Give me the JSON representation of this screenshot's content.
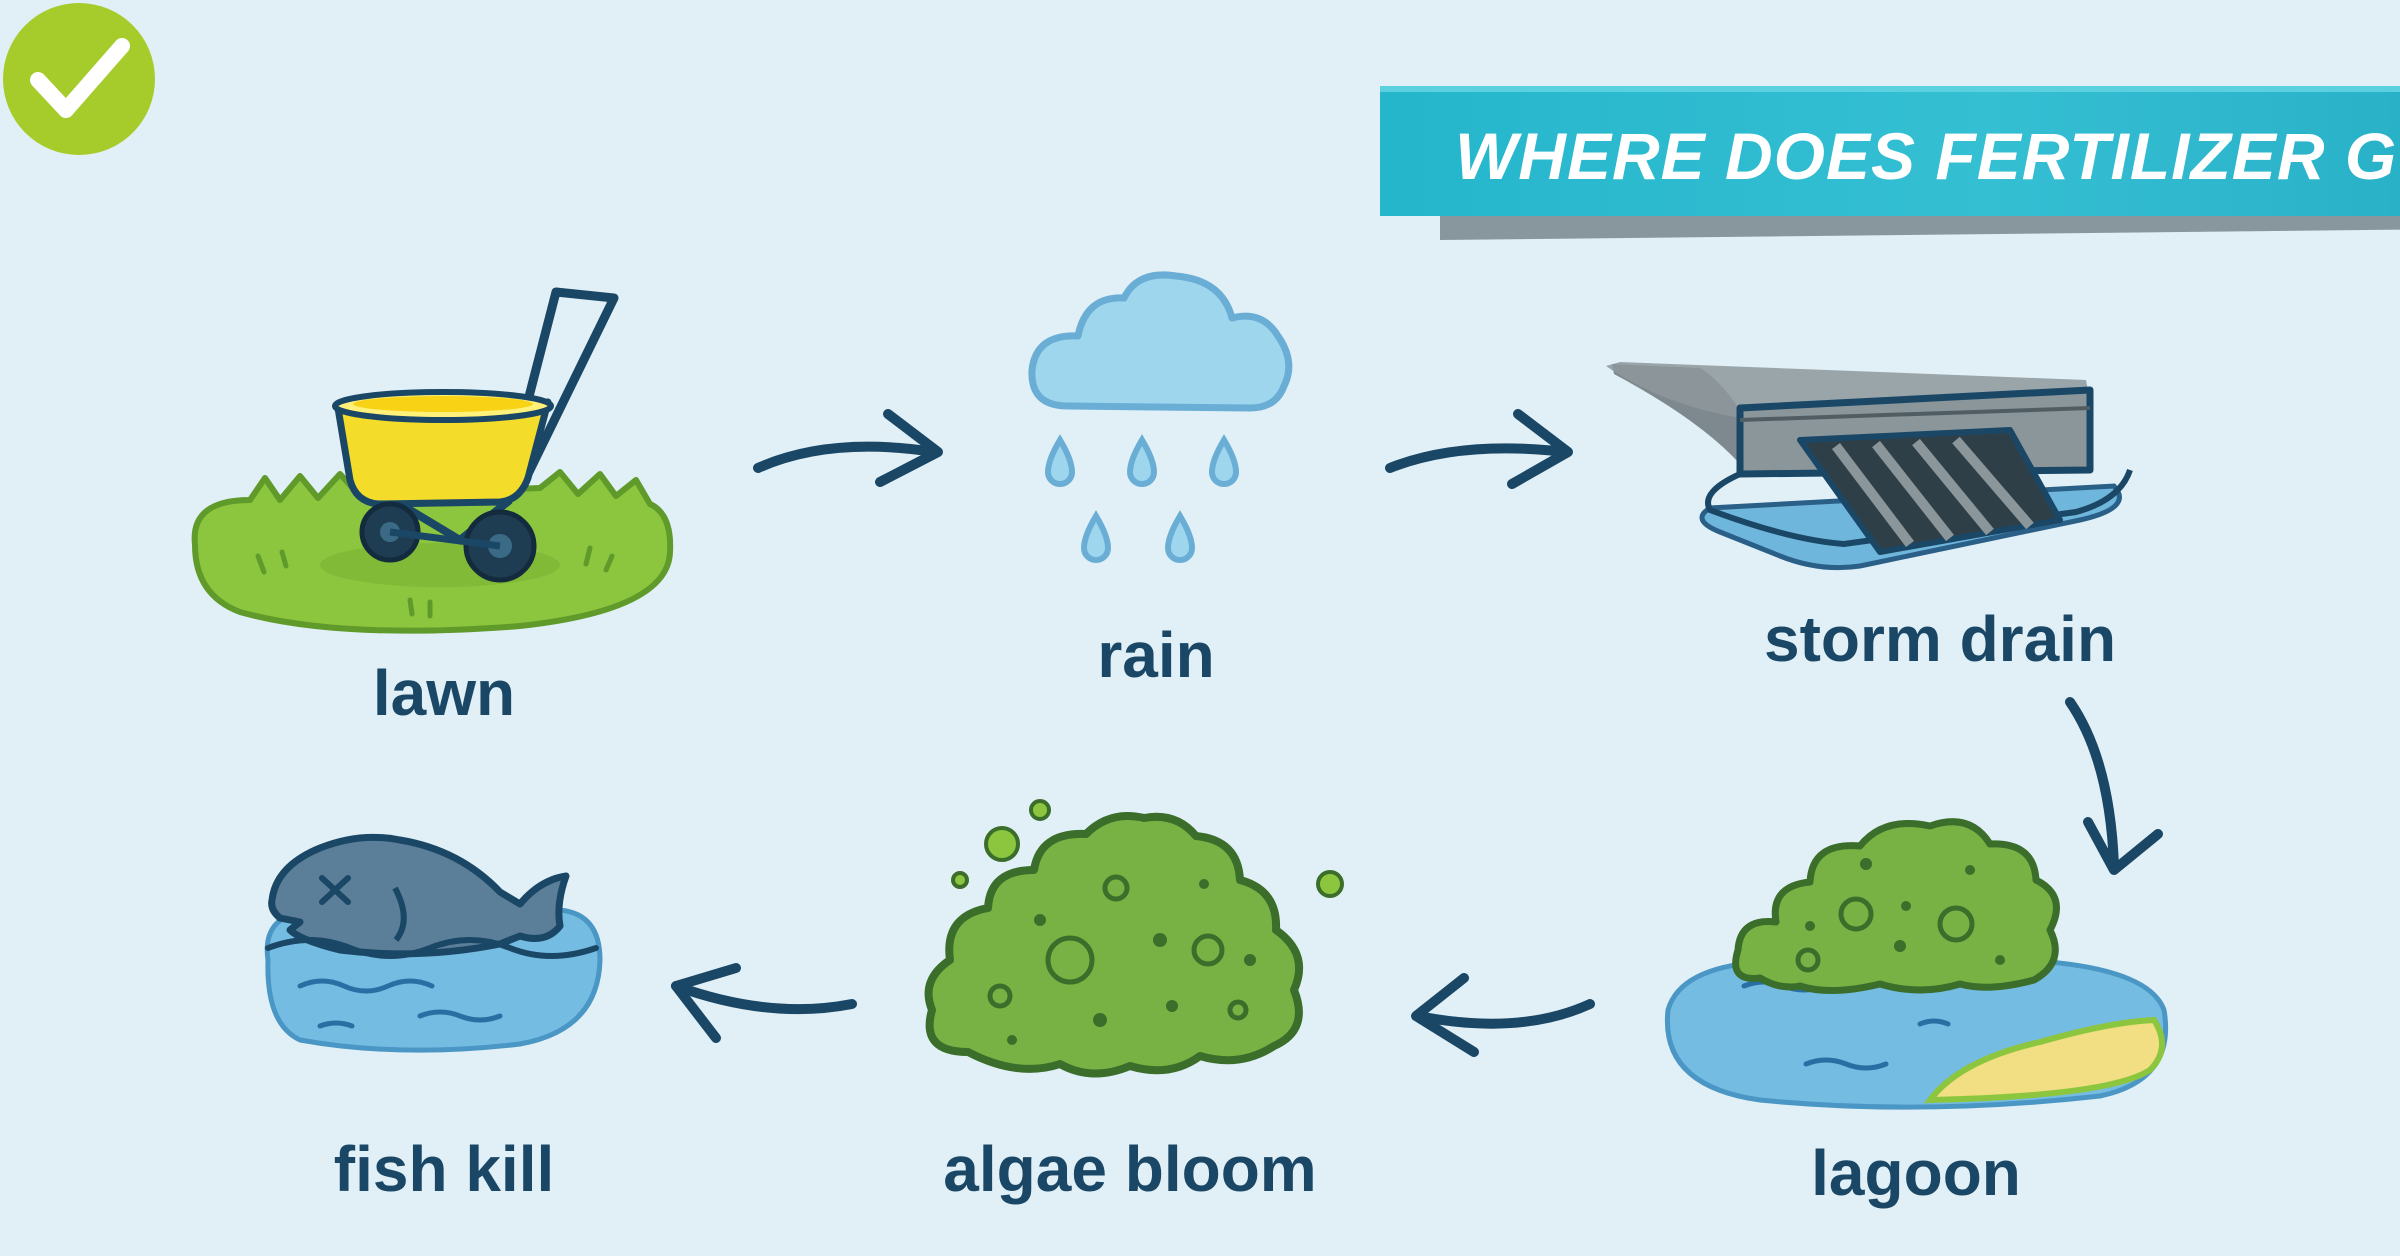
{
  "banner": {
    "title": "WHERE DOES FERTILIZER GO?",
    "icon": "checkmark-icon",
    "colors": {
      "bar": "#2fbad0",
      "badge": "#a6cc2c"
    }
  },
  "stages": [
    {
      "id": "lawn",
      "label": "lawn",
      "icon": "lawn-fertilizer-spreader-icon"
    },
    {
      "id": "rain",
      "label": "rain",
      "icon": "rain-cloud-icon"
    },
    {
      "id": "storm-drain",
      "label": "storm drain",
      "icon": "storm-drain-icon"
    },
    {
      "id": "lagoon",
      "label": "lagoon",
      "icon": "lagoon-algae-icon"
    },
    {
      "id": "algae-bloom",
      "label": "algae bloom",
      "icon": "algae-bloom-icon"
    },
    {
      "id": "fish-kill",
      "label": "fish kill",
      "icon": "dead-fish-icon"
    }
  ],
  "flow": [
    [
      "lawn",
      "rain"
    ],
    [
      "rain",
      "storm-drain"
    ],
    [
      "storm-drain",
      "lagoon"
    ],
    [
      "lagoon",
      "algae-bloom"
    ],
    [
      "algae-bloom",
      "fish-kill"
    ]
  ],
  "colors": {
    "background": "#e1f0f6",
    "label_text": "#1b4766",
    "arrow": "#1b4766",
    "grass": "#8cc63e",
    "water": "#6fb6dc",
    "algae": "#78b244"
  }
}
